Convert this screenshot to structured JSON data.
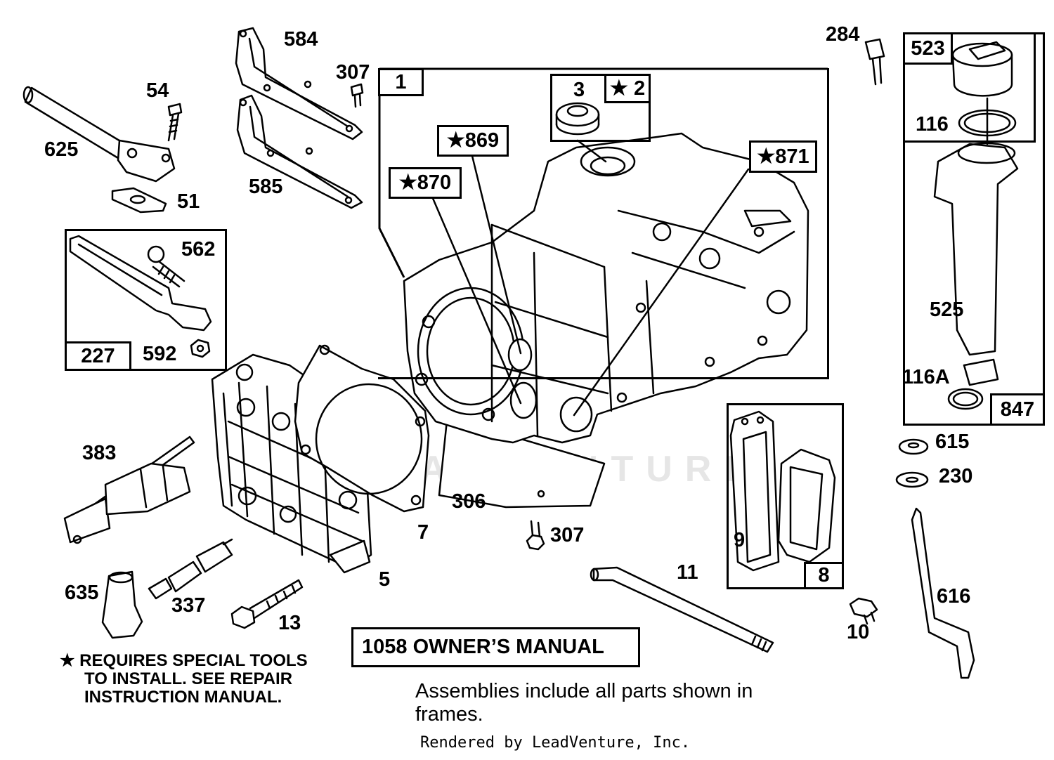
{
  "labels": {
    "p584": "584",
    "p307a": "307",
    "p54": "54",
    "p625": "625",
    "p51": "51",
    "p585": "585",
    "p562": "562",
    "p592": "592",
    "p383": "383",
    "p635": "635",
    "p337": "337",
    "p13": "13",
    "p5": "5",
    "p7": "7",
    "p306": "306",
    "p307b": "307",
    "p11": "11",
    "p9": "9",
    "p10": "10",
    "p284": "284",
    "p116": "116",
    "p525": "525",
    "p116a": "116A",
    "p615": "615",
    "p230": "230",
    "p616": "616"
  },
  "boxes": {
    "b1": "1",
    "b3": "3",
    "b2": "★ 2",
    "b869": "★869",
    "b870": "★870",
    "b871": "★871",
    "b227": "227",
    "b8": "8",
    "b523": "523",
    "b847": "847"
  },
  "manual_label": "1058 OWNER’S MANUAL",
  "note": {
    "line1": "★ REQUIRES SPECIAL TOOLS",
    "line2": "TO INSTALL.  SEE REPAIR",
    "line3": "INSTRUCTION MANUAL."
  },
  "assemblies_note": {
    "line1": "Assemblies include all parts shown in",
    "line2": "frames."
  },
  "credit": "Rendered by LeadVenture, Inc.",
  "watermark": "LEADVENTURE"
}
